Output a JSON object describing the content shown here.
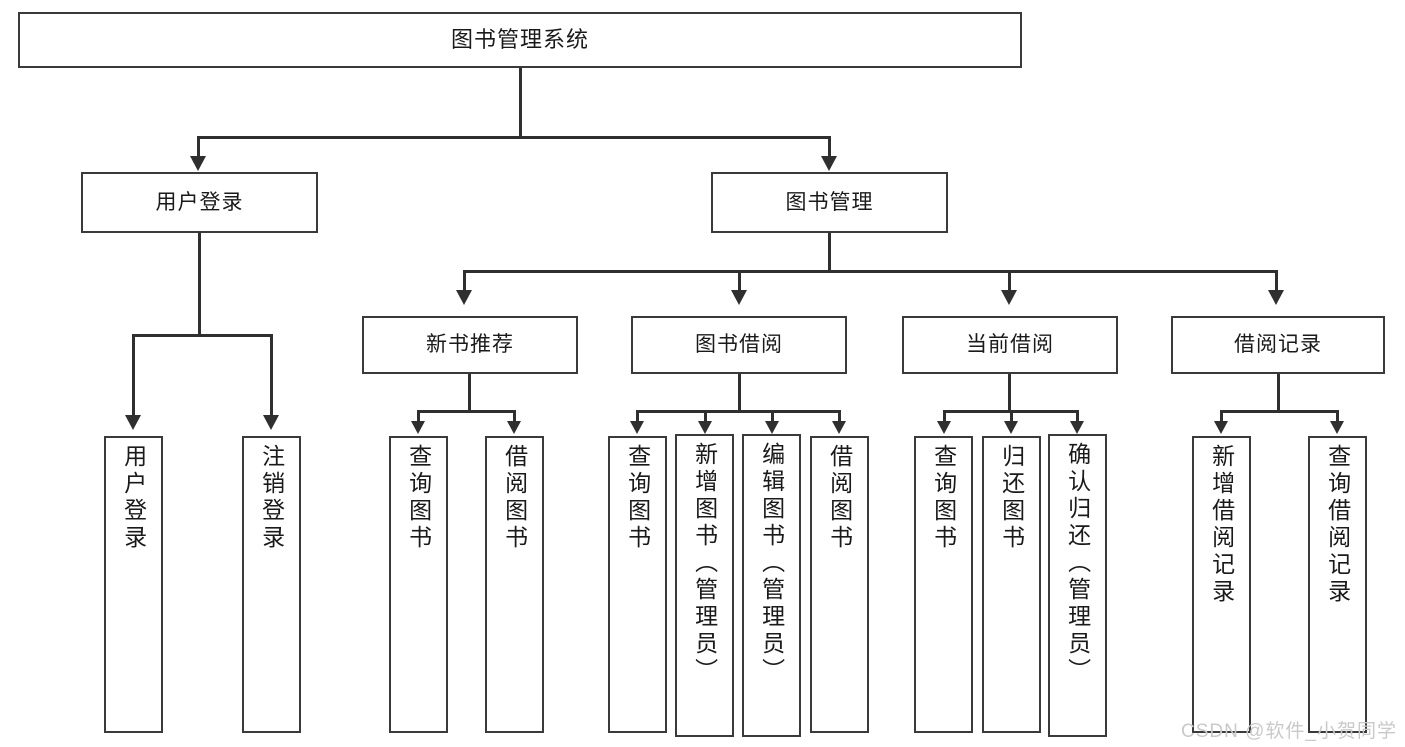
{
  "diagram": {
    "type": "tree-hierarchy",
    "title": "图书管理系统",
    "watermark": "CSDN @软件_小贺同学",
    "colors": {
      "box_border": "#3a3a3a",
      "connector": "#2f2f2f",
      "background": "#ffffff",
      "text": "#1a1a1a",
      "watermark": "#c9c9c9"
    },
    "root": {
      "label": "图书管理系统"
    },
    "level2": [
      {
        "label": "用户登录"
      },
      {
        "label": "图书管理"
      }
    ],
    "level3": [
      {
        "label": "新书推荐"
      },
      {
        "label": "图书借阅"
      },
      {
        "label": "当前借阅"
      },
      {
        "label": "借阅记录"
      }
    ],
    "leaves": {
      "user_login": [
        {
          "label": "用户登录"
        },
        {
          "label": "注销登录"
        }
      ],
      "new_book": [
        {
          "label": "查询图书"
        },
        {
          "label": "借阅图书"
        }
      ],
      "book_borrow": [
        {
          "label": "查询图书"
        },
        {
          "label": "新增图书（管理员）"
        },
        {
          "label": "编辑图书（管理员）"
        },
        {
          "label": "借阅图书"
        }
      ],
      "current_borrow": [
        {
          "label": "查询图书"
        },
        {
          "label": "归还图书"
        },
        {
          "label": "确认归还（管理员）"
        }
      ],
      "borrow_record": [
        {
          "label": "新增借阅记录"
        },
        {
          "label": "查询借阅记录"
        }
      ]
    }
  }
}
